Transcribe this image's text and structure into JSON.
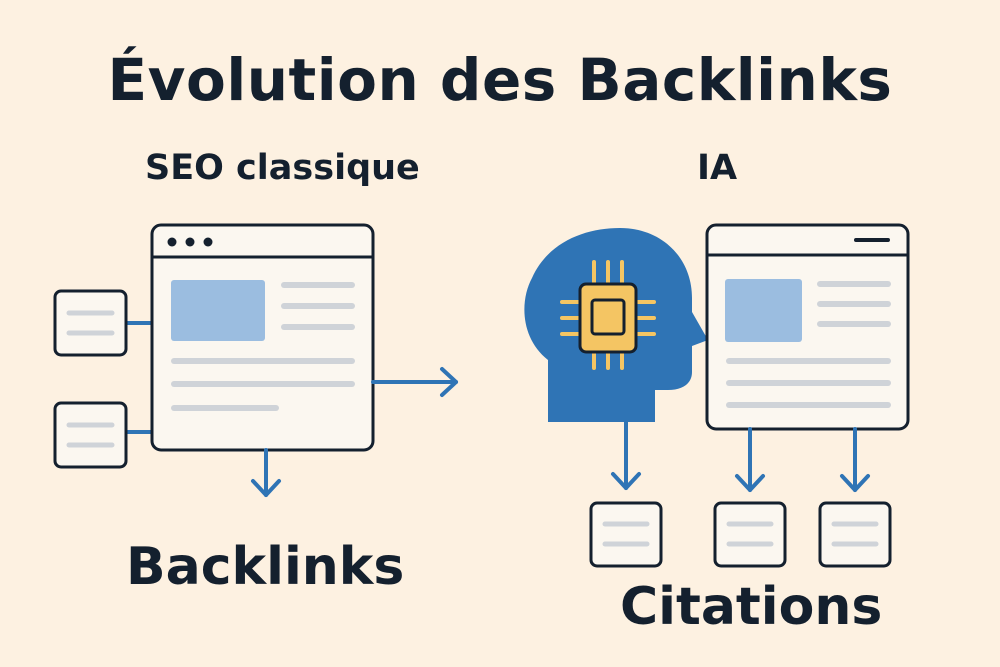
{
  "title": "Évolution des Backlinks",
  "left_panel": {
    "heading": "SEO classique",
    "caption": "Backlinks"
  },
  "right_panel": {
    "heading": "IA",
    "caption": "Citations"
  },
  "colors": {
    "background": "#fdf1e1",
    "ink": "#14202e",
    "blue": "#2f74b5",
    "chip": "#f4c563",
    "card_fill": "#fbf7f0",
    "image_block": "#9bbde0",
    "text_line": "#cfd3d8"
  },
  "icons": [
    "window-icon",
    "document-icon",
    "arrow-icon",
    "head-icon",
    "chip-icon"
  ]
}
